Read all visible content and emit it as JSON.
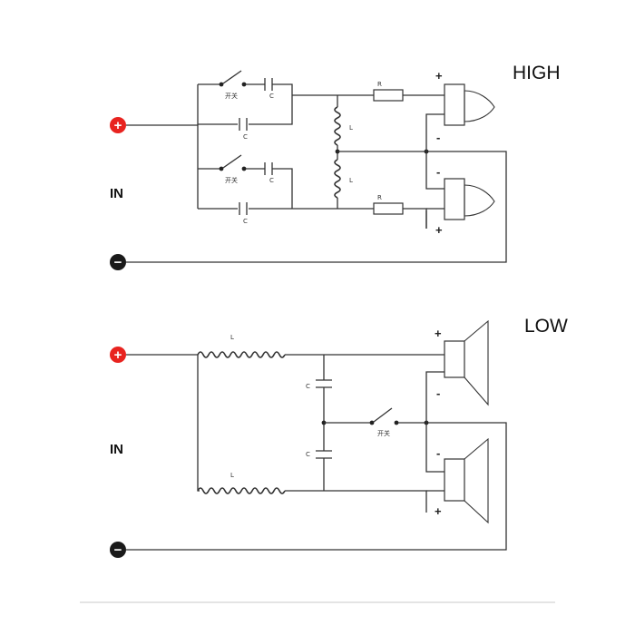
{
  "high": {
    "title": "HIGH",
    "input_label": "IN",
    "plus_symbol": "+",
    "minus_symbol": "−",
    "switch_label": "开关",
    "capacitor_label": "C",
    "inductor_label": "L",
    "resistor_label": "R",
    "speaker_plus": "+",
    "speaker_minus": "-"
  },
  "low": {
    "title": "LOW",
    "input_label": "IN",
    "plus_symbol": "+",
    "minus_symbol": "−",
    "switch_label": "开关",
    "capacitor_label": "C",
    "inductor_label": "L",
    "speaker_plus": "+",
    "speaker_minus": "-"
  },
  "colors": {
    "positive": "#e8231f",
    "negative": "#1a1a1a",
    "line": "#333333",
    "divider": "#c8c8c8"
  }
}
